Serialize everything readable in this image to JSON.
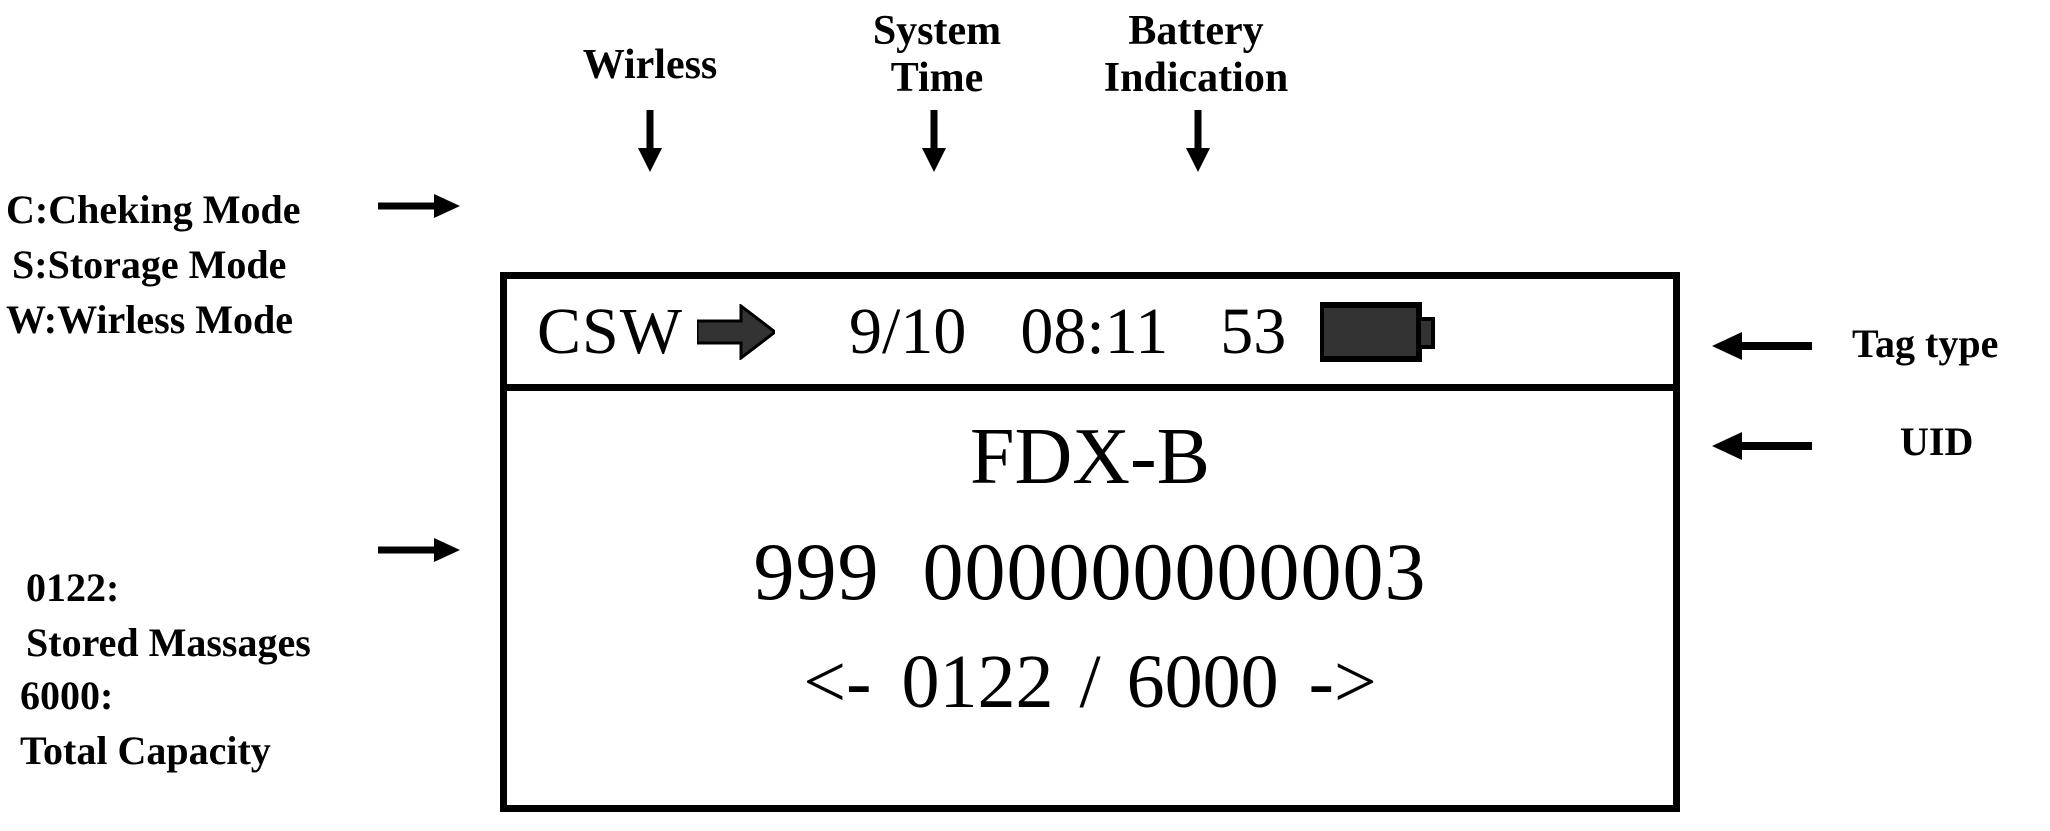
{
  "annotations": {
    "wireless_label": "Wirless",
    "system_time_label_line1": "System",
    "system_time_label_line2": "Time",
    "battery_label_line1": "Battery",
    "battery_label_line2": "Indication",
    "mode_legend_line1": "C:Cheking Mode",
    "mode_legend_line2": "S:Storage Mode",
    "mode_legend_line3": "W:Wirless Mode",
    "stored_label_line1": "0122:",
    "stored_label_line2": "Stored Massages",
    "capacity_label_line1": "6000:",
    "capacity_label_line2": "Total Capacity",
    "tag_type_label": "Tag type",
    "uid_label": "UID"
  },
  "device": {
    "status_bar": {
      "mode": "CSW",
      "wireless_icon": "right-arrow-icon",
      "date": "9/10",
      "time": "08:11",
      "battery_percent": "53",
      "battery_icon": "battery-full-icon"
    },
    "screen": {
      "tag_type": "FDX-B",
      "uid_prefix": "999",
      "uid_number": "000000000003",
      "nav_prev": "<-",
      "record_index": "0122",
      "nav_separator": "/",
      "record_total": "6000",
      "nav_next": "->"
    }
  },
  "colors": {
    "frame": "#000000",
    "background": "#ffffff",
    "icon_fill": "#333333",
    "text": "#000000"
  }
}
